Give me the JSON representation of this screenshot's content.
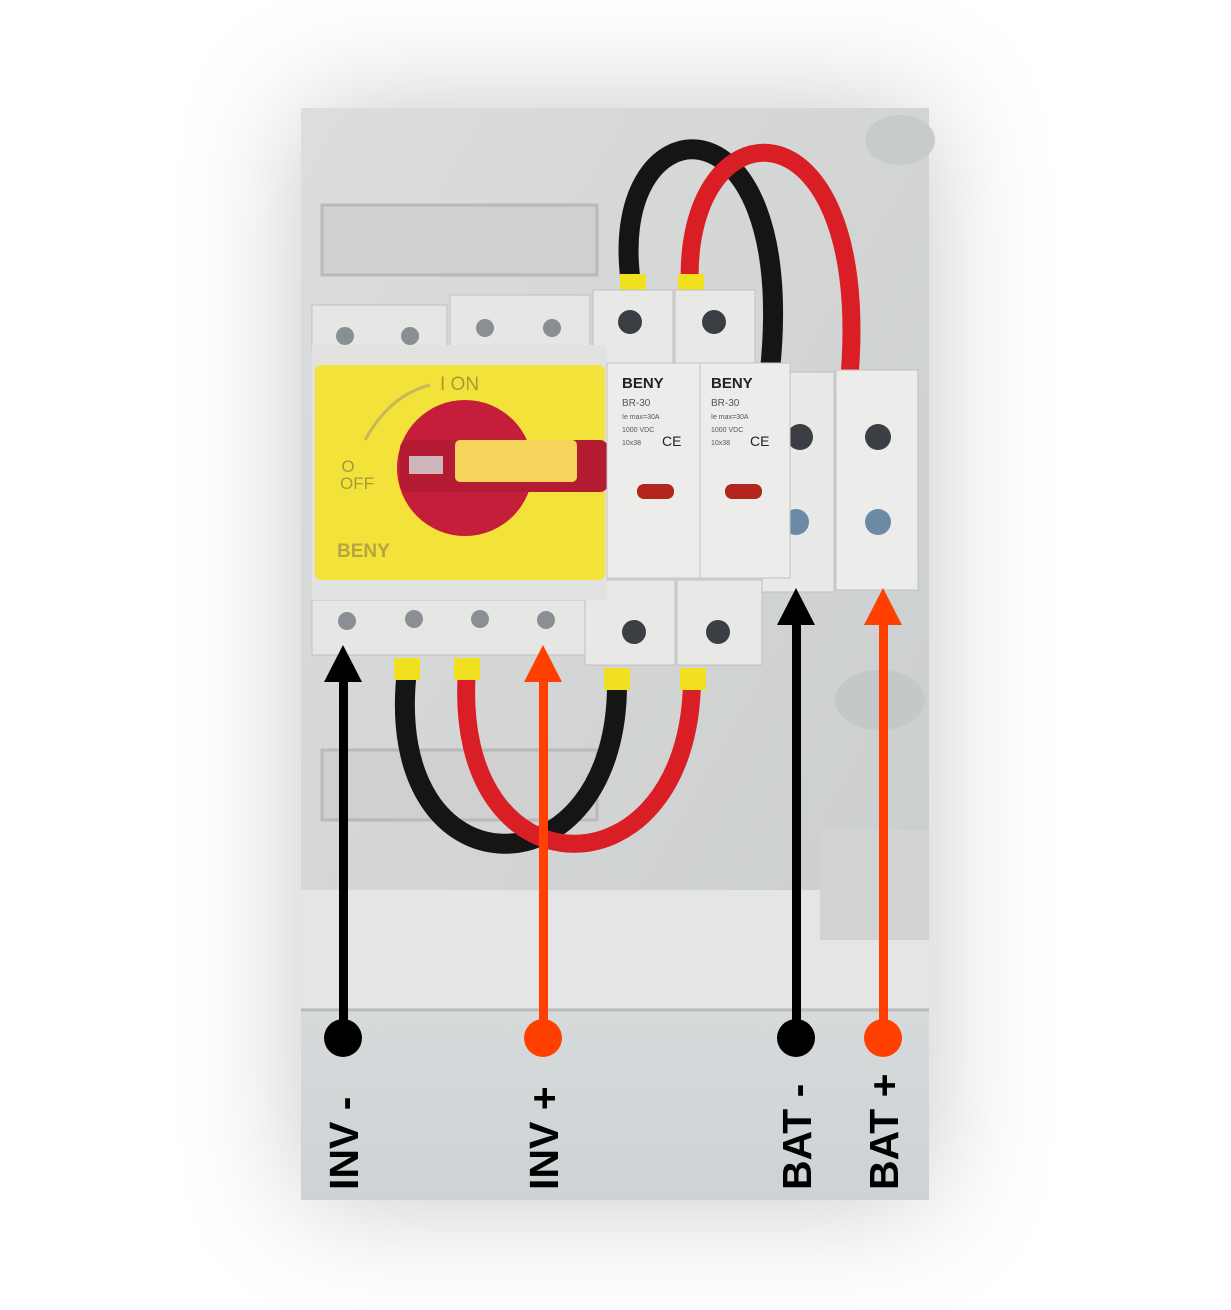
{
  "photo": {
    "switch": {
      "on_label": "I ON",
      "off_symbol": "O",
      "off_label": "OFF",
      "brand": "BENY",
      "body_color": "#f2e23a",
      "knob_color": "#c41e3a"
    },
    "fuse_holders": [
      {
        "brand": "BENY",
        "model": "BR-30",
        "rating": "Ie max=30A",
        "voltage": "1000 VDC",
        "size": "10x38",
        "mark": "CE"
      },
      {
        "brand": "BENY",
        "model": "BR-30",
        "rating": "Ie max=30A",
        "voltage": "1000 VDC",
        "size": "10x38",
        "mark": "CE"
      }
    ]
  },
  "annotations": [
    {
      "label": "INV -",
      "color": "#000000"
    },
    {
      "label": "INV +",
      "color": "#ff4000"
    },
    {
      "label": "BAT -",
      "color": "#000000"
    },
    {
      "label": "BAT +",
      "color": "#ff4000"
    }
  ]
}
